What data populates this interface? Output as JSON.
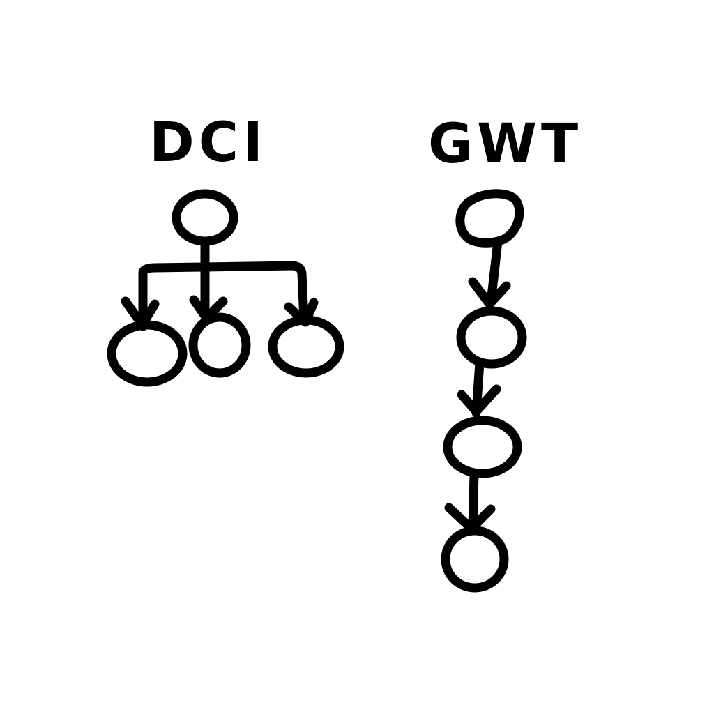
{
  "diagrams": {
    "left": {
      "title": "DCI",
      "layout": "fan-out",
      "root_nodes": 1,
      "child_nodes": 3
    },
    "right": {
      "title": "GWT",
      "layout": "chain",
      "nodes": 4
    }
  },
  "colors": {
    "ink": "#000000",
    "background": "#ffffff"
  }
}
